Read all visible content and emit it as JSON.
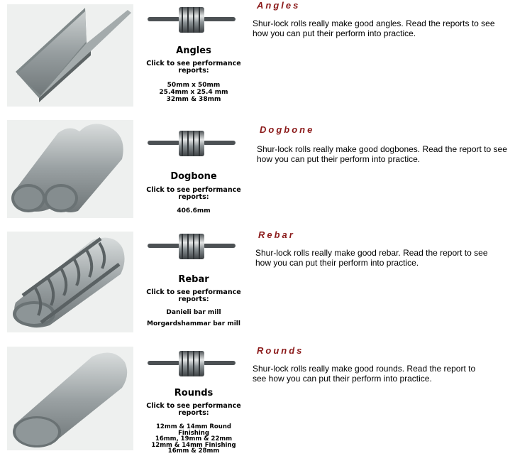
{
  "sections": [
    {
      "title": "Angles",
      "product_name": "Angles",
      "click_line1": "Click to see performance",
      "click_line2": "reports:",
      "reports": [
        "50mm x 50mm",
        "25.4mm x 25.4 mm",
        "32mm & 38mm"
      ],
      "description": "Shur-lock rolls really make good angles. Read the reports to see how you can put their perform into practice."
    },
    {
      "title": "Dogbone",
      "product_name": "Dogbone",
      "click_line1": "Click to see performance",
      "click_line2": "reports:",
      "reports": [
        "406.6mm"
      ],
      "description": "Shur-lock rolls really make good dogbones. Read the report to see how you can put their perform into practice."
    },
    {
      "title": "Rebar",
      "product_name": "Rebar",
      "click_line1": "Click to see performance",
      "click_line2": "reports:",
      "reports": [
        "Danieli bar mill",
        "Morgardshammar bar mill"
      ],
      "description": "Shur-lock rolls really make good rebar. Read the report to see how you can put their perform into practice."
    },
    {
      "title": "Rounds",
      "product_name": "Rounds",
      "click_line1": "Click to see performance",
      "click_line2": "reports:",
      "reports": [
        "12mm & 14mm Round Finishing",
        "16mm, 19mm & 22mm",
        "12mm & 14mm Finishing",
        "16mm & 28mm"
      ],
      "description": "Shur-lock rolls really make good rounds. Read the report to see how you can put their perform into practice."
    }
  ]
}
